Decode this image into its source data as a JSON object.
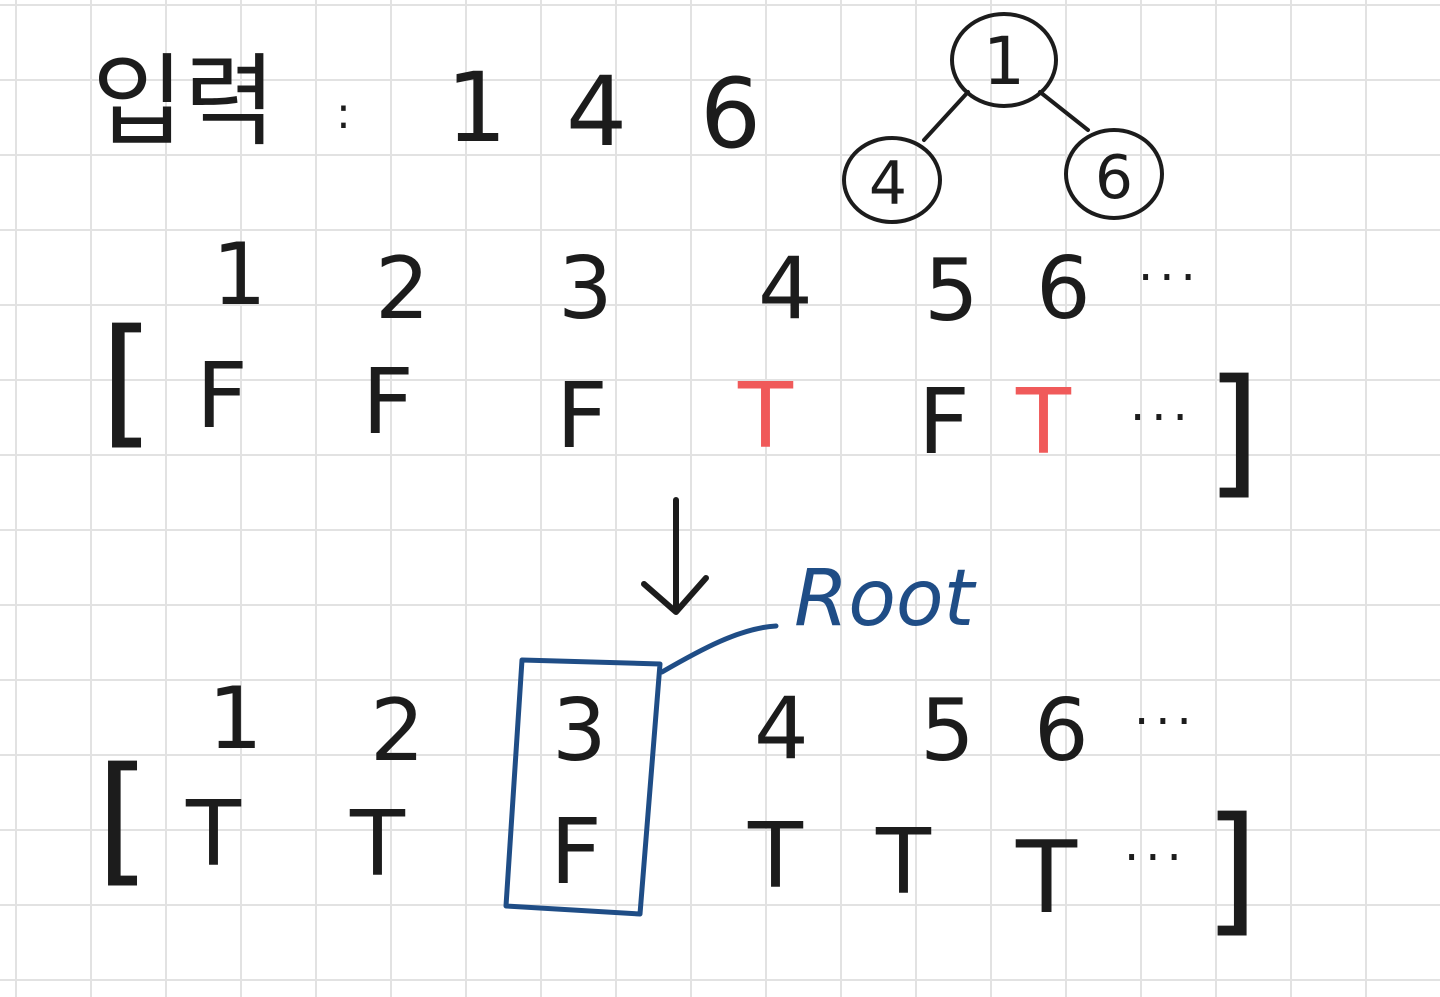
{
  "input_row": {
    "label": "입력",
    "colon": ":",
    "numbers": [
      "1",
      "4",
      "6"
    ]
  },
  "tree": {
    "root": "1",
    "left": "4",
    "right": "6"
  },
  "array_before": {
    "indices": [
      "1",
      "2",
      "3",
      "4",
      "5",
      "6"
    ],
    "values": [
      "F",
      "F",
      "F",
      "T",
      "F",
      "T"
    ],
    "ellipsis": "···",
    "open_bracket": "[",
    "close_bracket": "]"
  },
  "array_after": {
    "indices": [
      "1",
      "2",
      "3",
      "4",
      "5",
      "6"
    ],
    "values": [
      "T",
      "T",
      "F",
      "T",
      "T",
      "T"
    ],
    "ellipsis": "···",
    "open_bracket": "[",
    "close_bracket": "]"
  },
  "callout": {
    "label": "Root"
  },
  "colors": {
    "ink": "#1c1c1c",
    "highlight_red": "#f05a5a",
    "annotation_blue": "#1f4d86",
    "grid": "#e2e2e2"
  }
}
